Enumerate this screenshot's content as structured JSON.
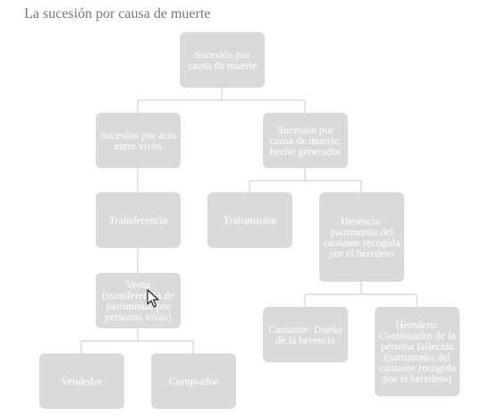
{
  "title": "La sucesión por causa de muerte",
  "nodes": {
    "root": "Sucesión por causa de muerte",
    "acto_entre_vivos": "Sucesión por acto entre vivos",
    "hecho_generador": "Sucesión por causa de muerte: hecho generador",
    "transferencia": "Transferencia",
    "transmision": "Transmisión",
    "herencia": "Herencia: patrimonio del causante recogida por el heredero",
    "venta": "Venta (transferencia de patrimonio por personas vivas)",
    "causante": "Causante: Dueño de la herencia",
    "heredero": "Heredero: Continuador de la persona fallecida (patrimonio del causante recogida por el heredero)",
    "vendedor": "Vendedor",
    "comprador": "Comprador"
  },
  "cursor_icon": "mouse-pointer-icon"
}
